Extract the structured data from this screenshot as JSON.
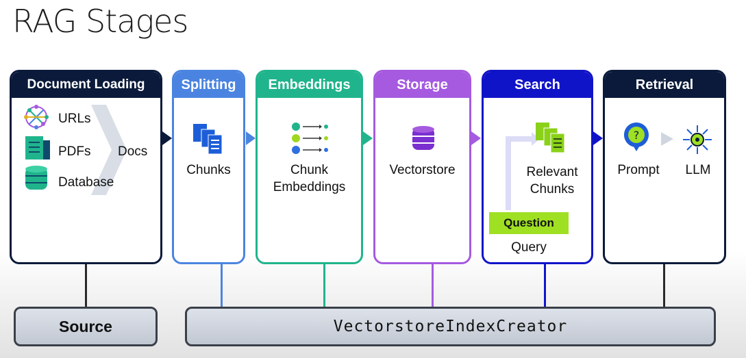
{
  "title": "RAG Stages",
  "stages": {
    "document_loading": {
      "header": "Document Loading",
      "urls": "URLs",
      "pdfs": "PDFs",
      "database": "Database",
      "docs": "Docs"
    },
    "splitting": {
      "header": "Splitting",
      "chunks": "Chunks"
    },
    "embeddings": {
      "header": "Embeddings",
      "line1": "Chunk",
      "line2": "Embeddings"
    },
    "storage": {
      "header": "Storage",
      "vectorstore": "Vectorstore"
    },
    "search": {
      "header": "Search",
      "relevant1": "Relevant",
      "relevant2": "Chunks",
      "question": "Question",
      "query": "Query"
    },
    "retrieval": {
      "header": "Retrieval",
      "prompt": "Prompt",
      "llm": "LLM",
      "prompt_icon": "?"
    }
  },
  "bottom": {
    "source": "Source",
    "creator": "VectorstoreIndexCreator"
  },
  "colors": {
    "document_loading": "#0b1a3a",
    "splitting": "#4b84e0",
    "embeddings": "#20b48c",
    "storage": "#a55ae0",
    "search": "#1014c8",
    "retrieval": "#0b1a3a",
    "question_bg": "#9fe022"
  }
}
